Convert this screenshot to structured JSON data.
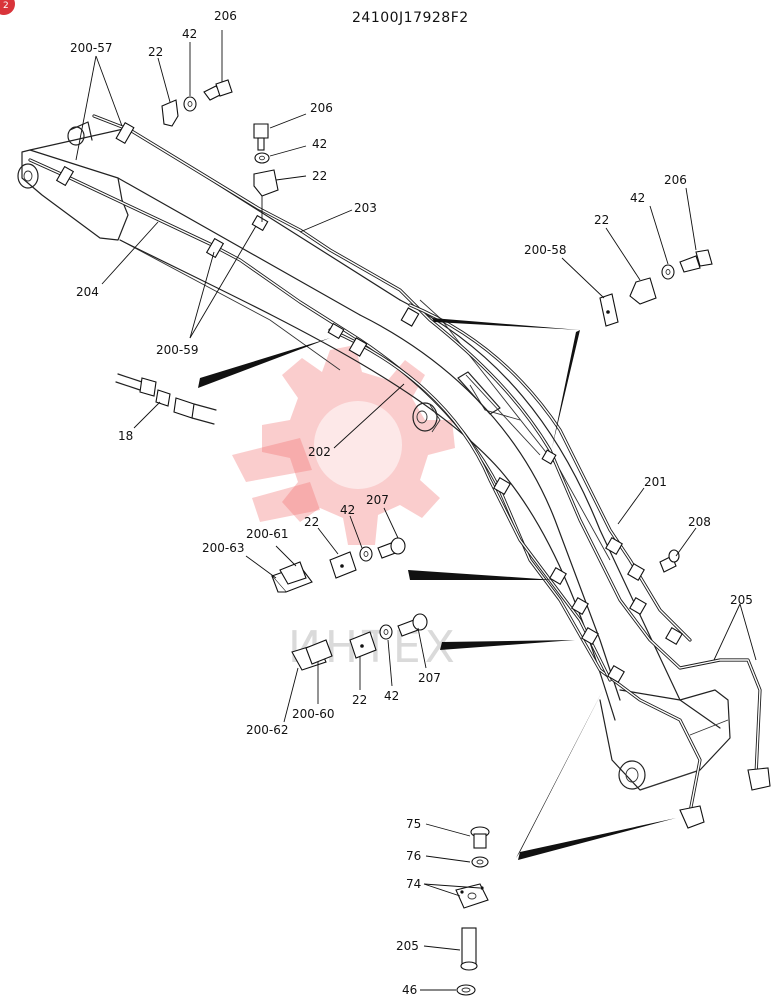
{
  "drawing_number": "24100J17928F2",
  "corner_badge": "2",
  "watermark": "ИНТЕХ",
  "labels": {
    "p206a": "206",
    "p42a": "42",
    "p22a": "22",
    "p20057": "200-57",
    "p206b": "206",
    "p42b": "42",
    "p22b": "22",
    "p203": "203",
    "p204": "204",
    "p20059": "200-59",
    "p206c": "206",
    "p42c": "42",
    "p22c": "22",
    "p20058": "200-58",
    "p18": "18",
    "p202": "202",
    "p201": "201",
    "p208": "208",
    "p207a": "207",
    "p42d": "42",
    "p22d": "22",
    "p20061": "200-61",
    "p20063": "200-63",
    "p207b": "207",
    "p42e": "42",
    "p22e": "22",
    "p20060": "200-60",
    "p20062": "200-62",
    "p205a": "205",
    "p75": "75",
    "p76": "76",
    "p74": "74",
    "p205b": "205",
    "p46": "46"
  }
}
